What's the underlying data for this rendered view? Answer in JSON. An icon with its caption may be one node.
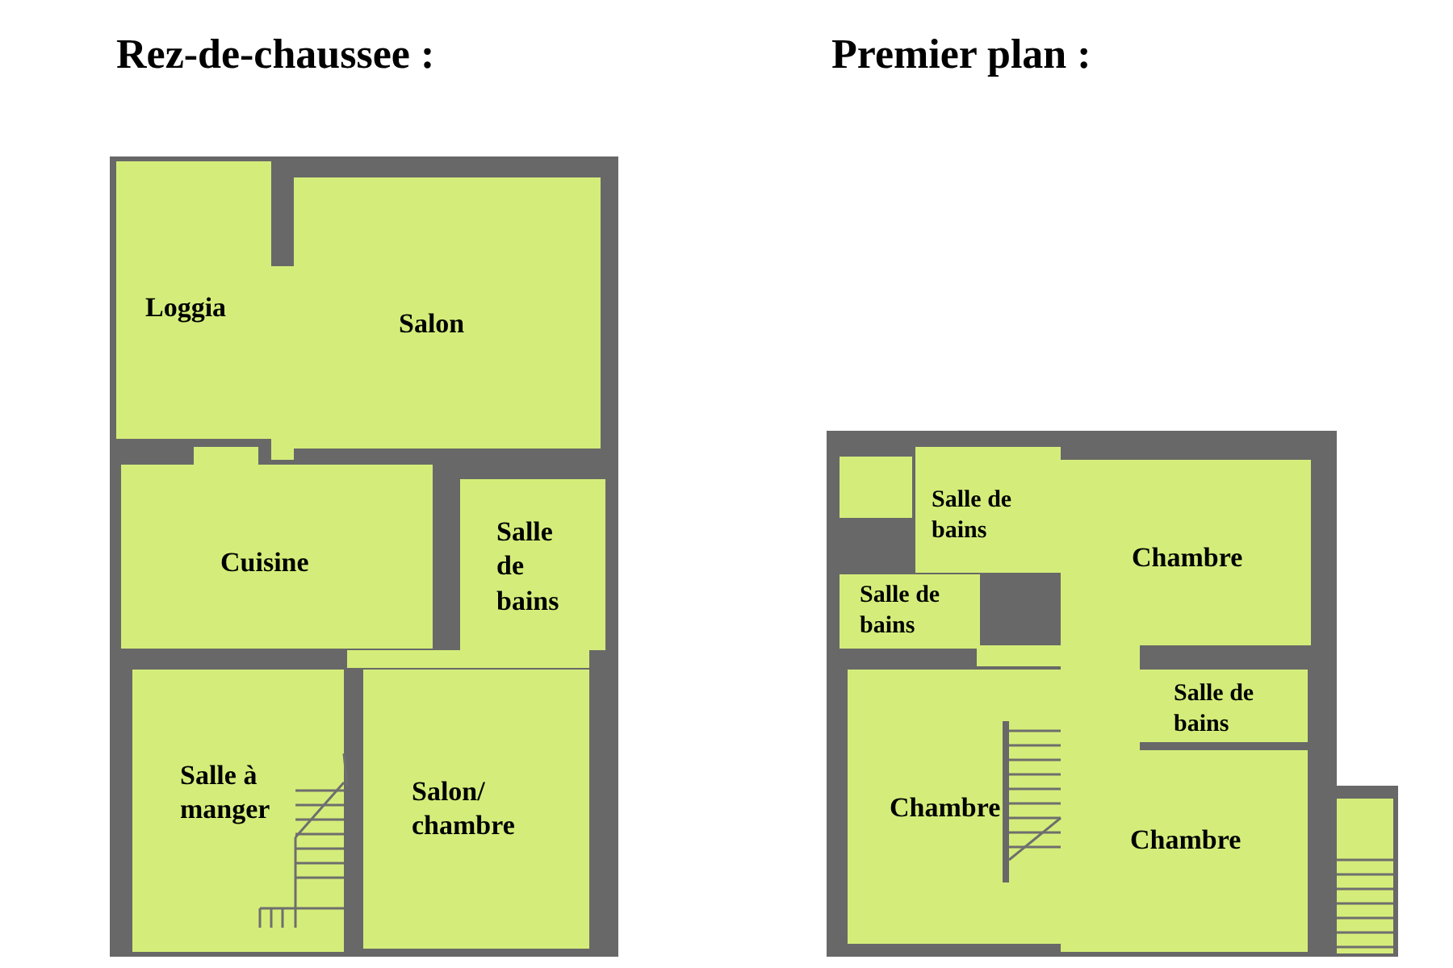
{
  "diagram": {
    "nodes": [
      {
        "text": [],
        "shape": "box"
      },
      {
        "text": [
          "Loggia"
        ],
        "in": 0
      },
      {
        "text": [
          "Salon"
        ],
        "in": 0
      },
      {
        "text": [
          "Cuisine"
        ],
        "in": 0
      },
      {
        "text": [
          "Salle de bains"
        ],
        "in": 0
      },
      {
        "text": [
          "Salle à manger"
        ],
        "in": 0
      },
      {
        "text": [
          "Salon/ chambre"
        ],
        "in": 0
      },
      {
        "text": [],
        "shape": "box"
      },
      {
        "text": [
          "Salle de bains"
        ],
        "in": 7
      },
      {
        "text": [
          "Chambre"
        ],
        "in": 7
      },
      {
        "text": [
          "Salle de bains"
        ],
        "in": 7
      },
      {
        "text": [
          "Salle de bains"
        ],
        "in": 7
      },
      {
        "text": [
          "Chambre"
        ],
        "in": 7
      },
      {
        "text": [
          "Chambre"
        ],
        "in": 7
      }
    ],
    "labels": [
      "Rez-de-chaussee :",
      "Premier plan :"
    ]
  }
}
